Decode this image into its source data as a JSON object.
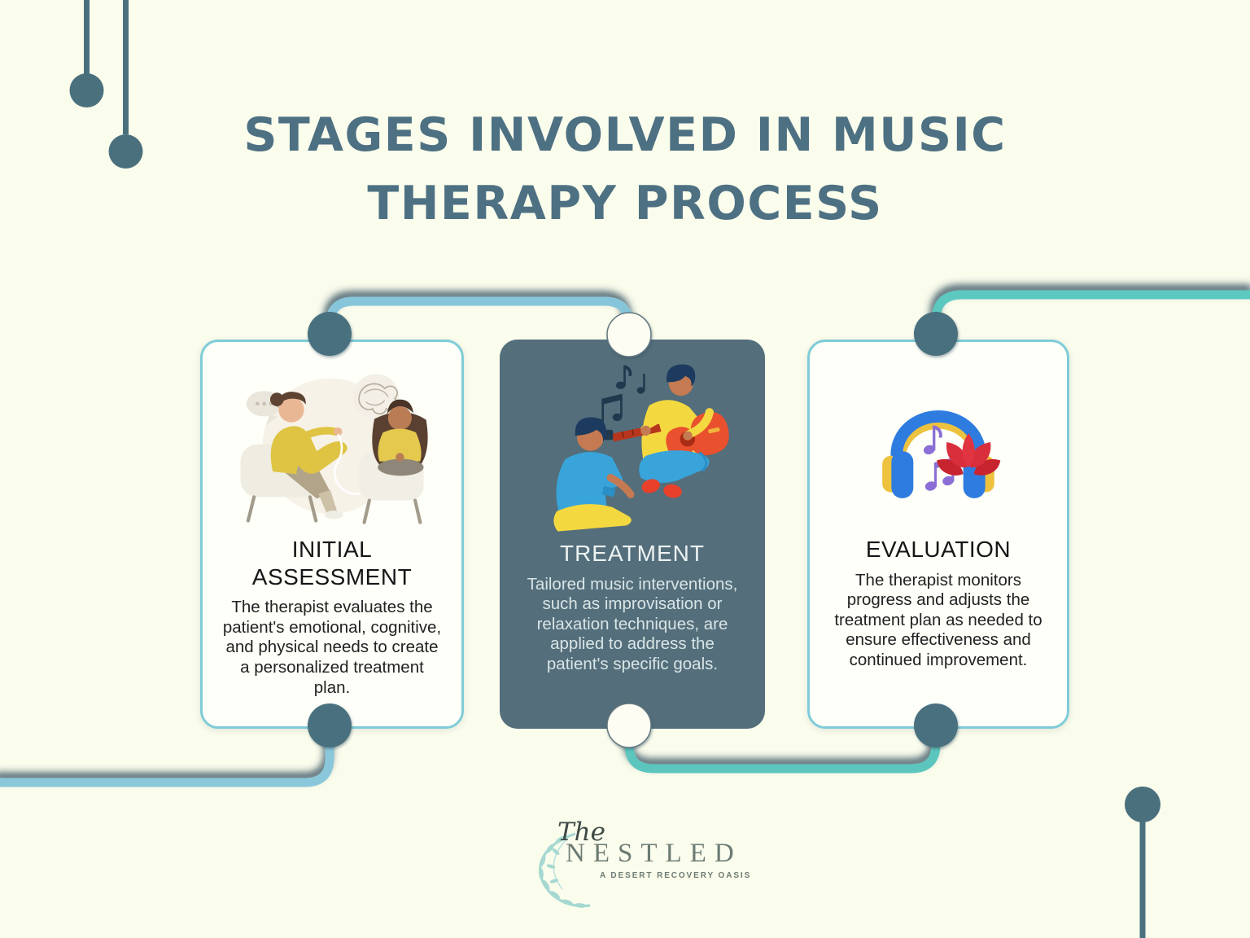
{
  "title": {
    "line1": "STAGES INVOLVED IN MUSIC",
    "line2": "THERAPY PROCESS"
  },
  "stages": [
    {
      "title": "INITIAL ASSESSMENT",
      "body": "The therapist evaluates the patient's emotional, cognitive, and physical needs to create a personalized treatment plan.",
      "icon": "therapy-session-illustration",
      "variant": "light"
    },
    {
      "title": "TREATMENT",
      "body": "Tailored music interventions, such as improvisation or relaxation techniques, are applied to address the patient's specific goals.",
      "icon": "music-session-illustration",
      "variant": "dark"
    },
    {
      "title": "EVALUATION",
      "body": "The therapist monitors progress and adjusts the treatment plan as needed to ensure effectiveness and continued improvement.",
      "icon": "headphones-lotus-icon",
      "variant": "light"
    }
  ],
  "logo": {
    "the": "The",
    "name": "NESTLED",
    "tagline": "A DESERT RECOVERY OASIS"
  },
  "icons": {
    "vine": "vine-branch-icon",
    "decor": "timeline-dot-decoration"
  },
  "colors": {
    "background": "#fafcec",
    "title_text": "#4d7082",
    "node_dark": "#4a707e",
    "node_light": "#fdfdf3",
    "connector_blue": "#87c6da",
    "connector_teal": "#5cc9c1",
    "card_border": "#7fccd8",
    "card_dark_bg": "#546e7b",
    "card_light_bg": "#fdfff8"
  }
}
